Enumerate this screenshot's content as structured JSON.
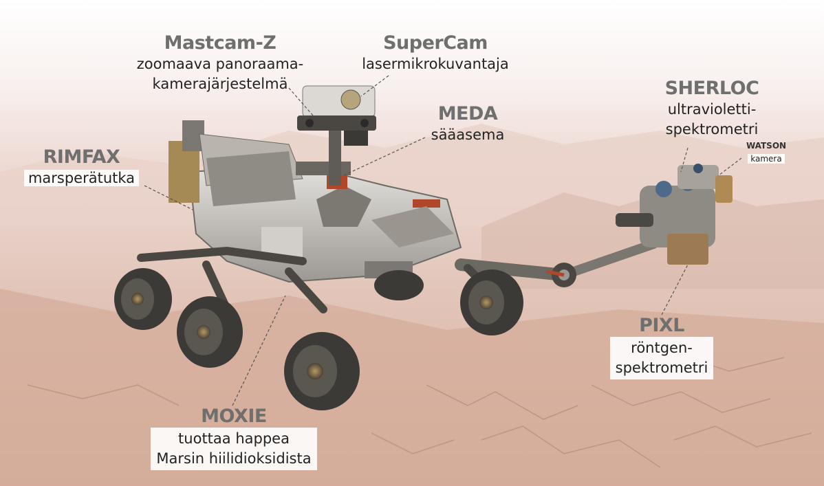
{
  "labels": {
    "mastcam": {
      "title": "Mastcam-Z",
      "desc_line1": "zoomaava panoraama-",
      "desc_line2": "kamerajärjestelmä"
    },
    "supercam": {
      "title": "SuperCam",
      "desc": "lasermikrokuvantaja"
    },
    "meda": {
      "title": "MEDA",
      "desc": "sääasema"
    },
    "rimfax": {
      "title": "RIMFAX",
      "desc": "marsperätutka"
    },
    "sherloc": {
      "title": "SHERLOC",
      "desc_line1": "ultravioletti-",
      "desc_line2": "spektrometri"
    },
    "watson": {
      "title": "WATSON",
      "desc": "kamera"
    },
    "pixl": {
      "title": "PIXL",
      "desc_line1": "röntgen-",
      "desc_line2": "spektrometri"
    },
    "moxie": {
      "title": "MOXIE",
      "desc_line1": "tuottaa happea",
      "desc_line2": "Marsin hiilidioksidista"
    }
  },
  "colors": {
    "sky_top": "#ffffff",
    "haze": "#f3e4df",
    "terrain": "#d7b4a6",
    "terrain_dark": "#b88a7a",
    "rover_body": "#c9c5c0",
    "rover_dark": "#3a3a3a",
    "accent_red": "#b0462a",
    "leader_line": "#555555"
  }
}
